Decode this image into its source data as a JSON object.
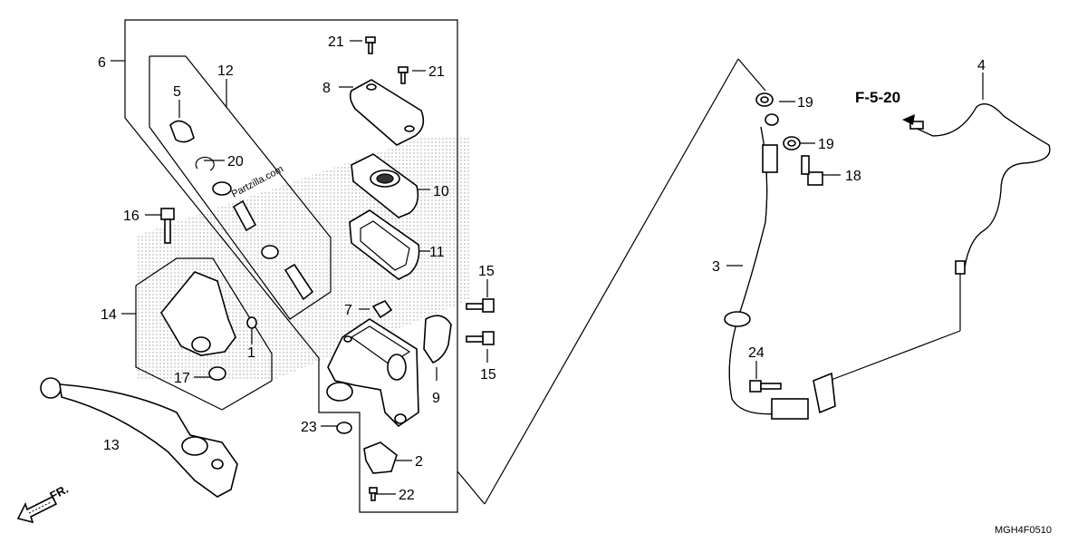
{
  "reference": "F-5-20",
  "diagram_code": "MGH4F0510",
  "watermark": "Partzilla.com",
  "direction": "FR.",
  "callouts": {
    "c1": "1",
    "c2": "2",
    "c3": "3",
    "c4": "4",
    "c5": "5",
    "c6": "6",
    "c7": "7",
    "c8": "8",
    "c9": "9",
    "c10": "10",
    "c11": "11",
    "c12": "12",
    "c13": "13",
    "c14": "14",
    "c15a": "15",
    "c15b": "15",
    "c16": "16",
    "c17": "17",
    "c18": "18",
    "c19a": "19",
    "c19b": "19",
    "c20": "20",
    "c21a": "21",
    "c21b": "21",
    "c22": "22",
    "c23": "23",
    "c24": "24"
  },
  "colors": {
    "ink": "#000000",
    "background": "#ffffff",
    "shade": "#bfbfbf"
  }
}
